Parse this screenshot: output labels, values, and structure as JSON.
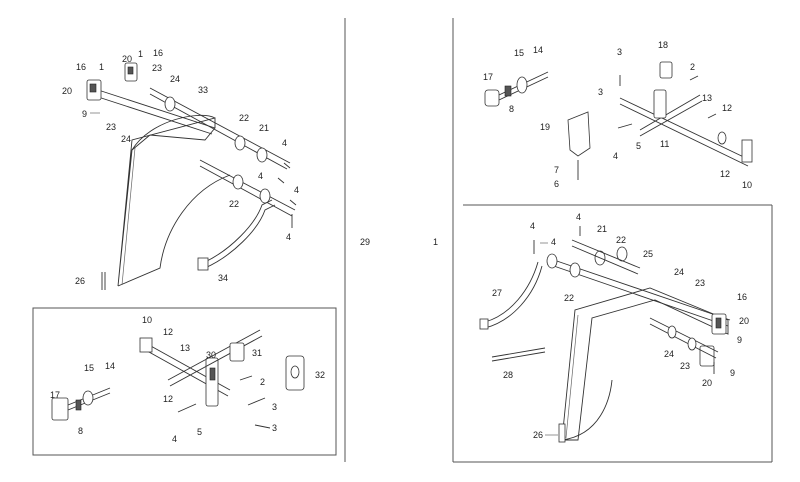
{
  "sheet_labels": {
    "left_assembly": "29",
    "right_assembly": "1"
  },
  "callouts": {
    "a": [
      "16",
      "1",
      "20",
      "20",
      "1",
      "16",
      "23",
      "24",
      "33",
      "9",
      "23",
      "24",
      "22",
      "21",
      "4",
      "4",
      "4",
      "22",
      "4",
      "34",
      "26"
    ],
    "b": [
      "10",
      "12",
      "13",
      "30",
      "31",
      "32",
      "15",
      "14",
      "17",
      "8",
      "2",
      "12",
      "3",
      "3",
      "4",
      "5"
    ],
    "c": [
      "15",
      "14",
      "17",
      "8",
      "3",
      "18",
      "2",
      "3",
      "13",
      "12",
      "19",
      "7",
      "6",
      "4",
      "5",
      "11",
      "12",
      "10"
    ],
    "d": [
      "4",
      "4",
      "21",
      "4",
      "22",
      "25",
      "27",
      "24",
      "23",
      "22",
      "16",
      "20",
      "9",
      "24",
      "23",
      "28",
      "20",
      "9",
      "26"
    ]
  }
}
